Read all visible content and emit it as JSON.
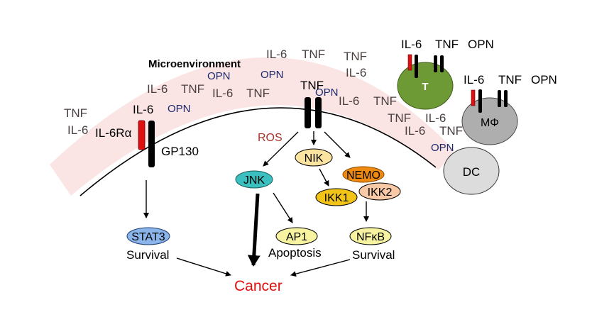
{
  "title": "Microenvironment",
  "colors": {
    "band": "#fbe3e3",
    "cytokine_grey": "#4a4040",
    "opn_blue": "#1a2a6c",
    "ros": "#a83228",
    "cancer": "#e01010",
    "receptor_red": "#dd1111",
    "t_cell": "#6e9a36",
    "macrophage": "#a8a8a8",
    "dc": "#dcdcdc",
    "jnk": "#3bbfbf",
    "nik": "#fbe3a0",
    "nemo": "#ef8a10",
    "ikk1": "#f2c418",
    "ikk2": "#f7c9a6",
    "stat3": "#8ab4ea",
    "ap1": "#f7f3a0",
    "nfkb": "#f7f3a0"
  },
  "cytokines": [
    {
      "text": "IL-6",
      "kind": "il6"
    },
    {
      "text": "TNF",
      "kind": "tnf"
    },
    {
      "text": "TNF",
      "kind": "tnf"
    },
    {
      "text": "IL-6",
      "kind": "il6"
    },
    {
      "text": "OPN",
      "kind": "opn"
    },
    {
      "text": "OPN",
      "kind": "opn"
    },
    {
      "text": "IL-6",
      "kind": "il6"
    },
    {
      "text": "TNF",
      "kind": "tnf"
    },
    {
      "text": "IL-6",
      "kind": "il6"
    },
    {
      "text": "TNF",
      "kind": "tnf"
    },
    {
      "text": "OPN",
      "kind": "opn"
    },
    {
      "text": "TNF",
      "kind": "tnf"
    },
    {
      "text": "IL-6",
      "kind": "il6"
    },
    {
      "text": "IL-6",
      "kind": "il6"
    },
    {
      "text": "TNF",
      "kind": "tnf"
    },
    {
      "text": "TNF",
      "kind": "tnf"
    },
    {
      "text": "IL-6",
      "kind": "il6"
    },
    {
      "text": "IL-6",
      "kind": "il6"
    },
    {
      "text": "TNF",
      "kind": "tnf"
    },
    {
      "text": "OPN",
      "kind": "opn"
    },
    {
      "text": "OPN",
      "kind": "opn"
    }
  ],
  "receptors": {
    "il6_ligand": "IL-6",
    "il6r": "IL-6Rα",
    "gp130": "GP130",
    "tnf_ligand": "TNF"
  },
  "immune_cells": {
    "t_cell": {
      "label": "T",
      "ligands": [
        "IL-6",
        "TNF",
        "OPN"
      ]
    },
    "macrophage": {
      "label": "MΦ",
      "ligands": [
        "IL-6",
        "TNF",
        "OPN"
      ]
    },
    "dc": {
      "label": "DC"
    }
  },
  "signaling": {
    "ros": "ROS",
    "jnk": "JNK",
    "nik": "NIK",
    "nemo": "NEMO",
    "ikk1": "IKK1",
    "ikk2": "IKK2",
    "stat3": "STAT3",
    "ap1": "AP1",
    "nfkb": "NFκB"
  },
  "outcomes": {
    "stat3_outcome": "Survival",
    "ap1_outcome": "Apoptosis",
    "nfkb_outcome": "Survival",
    "final": "Cancer"
  }
}
